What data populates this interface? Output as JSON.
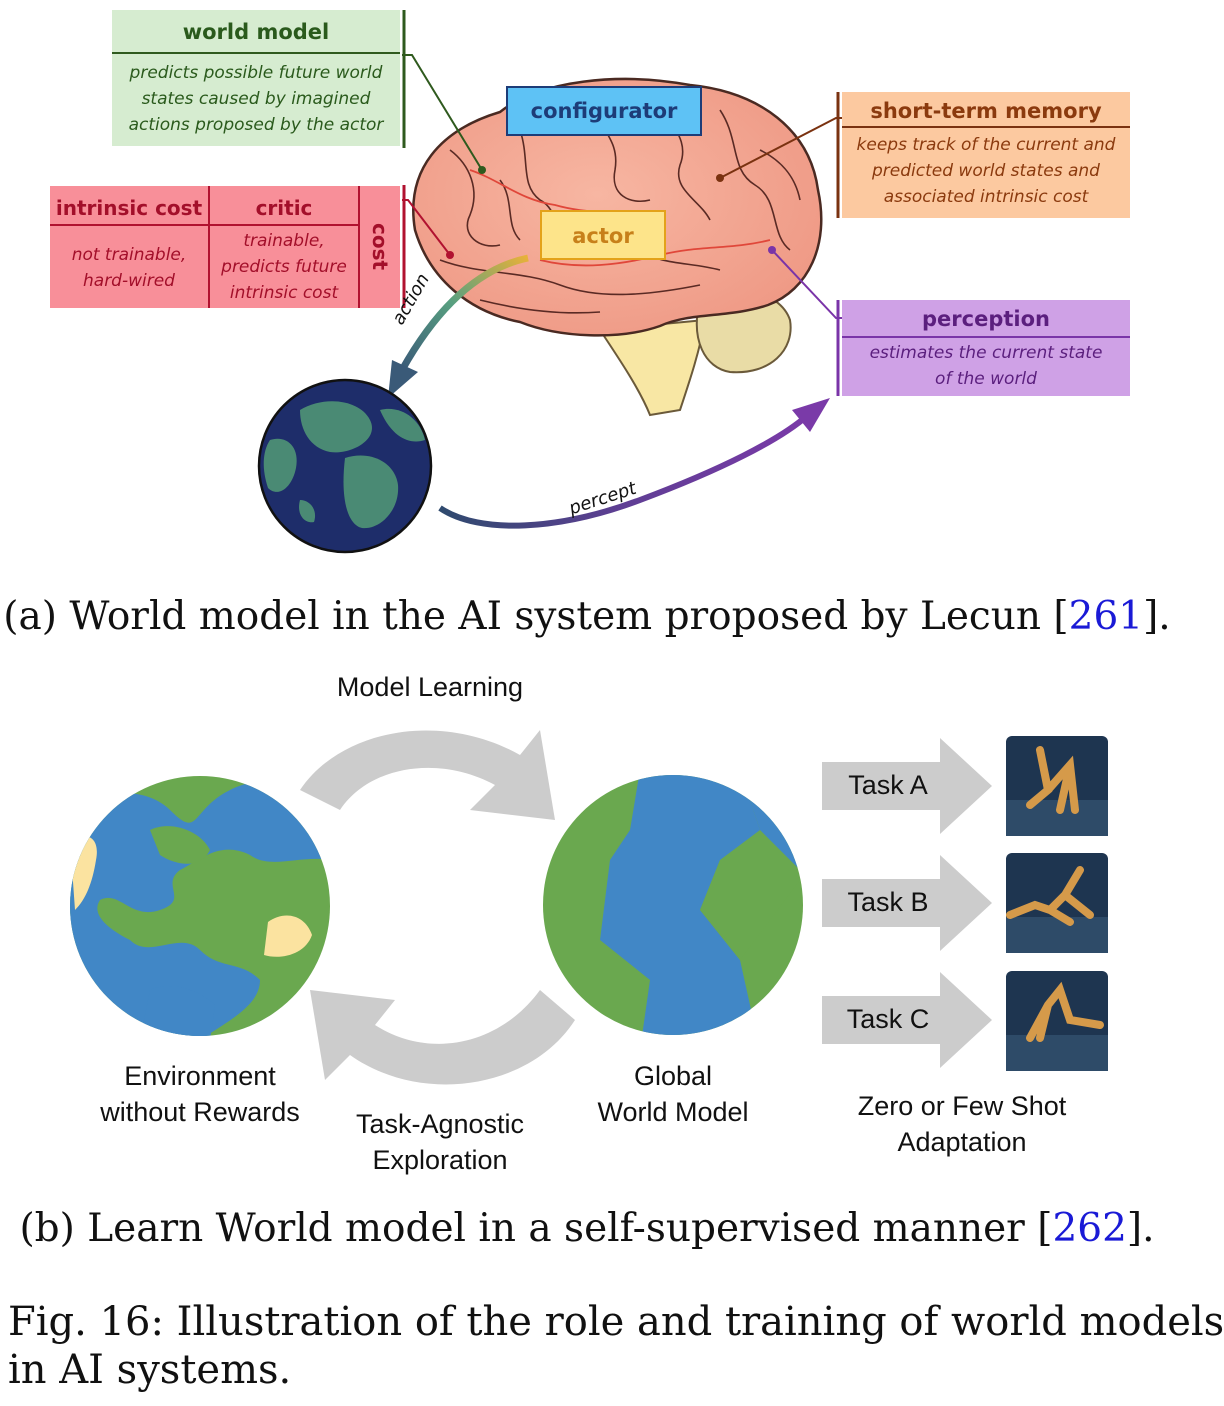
{
  "panel_a": {
    "world_model": {
      "title": "world model",
      "desc": "predicts possible future world states caused by imagined actions proposed by the actor",
      "color": "#d6ecd0",
      "title_color": "#2a5a1c"
    },
    "configurator": {
      "title": "configurator",
      "color": "#5ec2f5"
    },
    "short_term_memory": {
      "title": "short-term memory",
      "desc": "keeps track of the current and predicted world states and associated intrinsic cost",
      "color": "#fcc9a0",
      "title_color": "#8b3a0e"
    },
    "cost": {
      "title": "cost",
      "intrinsic_title": "intrinsic cost",
      "intrinsic_desc": "not trainable, hard-wired",
      "critic_title": "critic",
      "critic_desc": "trainable, predicts future intrinsic cost",
      "color": "#f88f99",
      "title_color": "#a30f2a"
    },
    "actor": {
      "title": "actor",
      "color": "#fde48a"
    },
    "perception": {
      "title": "perception",
      "desc": "estimates the current state of the world",
      "color": "#cfa1e6",
      "title_color": "#5b1f7e"
    },
    "action_label": "action",
    "percept_label": "percept",
    "caption_prefix": "(a) World model in the AI system proposed by Lecun [",
    "caption_ref": "261",
    "caption_suffix": "]."
  },
  "panel_b": {
    "model_learning": "Model Learning",
    "env_line1": "Environment",
    "env_line2": "without Rewards",
    "explore_line1": "Task-Agnostic",
    "explore_line2": "Exploration",
    "global_line1": "Global",
    "global_line2": "World Model",
    "tasks": [
      "Task A",
      "Task B",
      "Task C"
    ],
    "adapt_line1": "Zero or Few Shot",
    "adapt_line2": "Adaptation",
    "caption_prefix": "(b) Learn World model in a self-supervised manner [",
    "caption_ref": "262",
    "caption_suffix": "]."
  },
  "figure_caption_line1": "Fig. 16: Illustration of the role and training of world models",
  "figure_caption_line2": "in AI systems."
}
